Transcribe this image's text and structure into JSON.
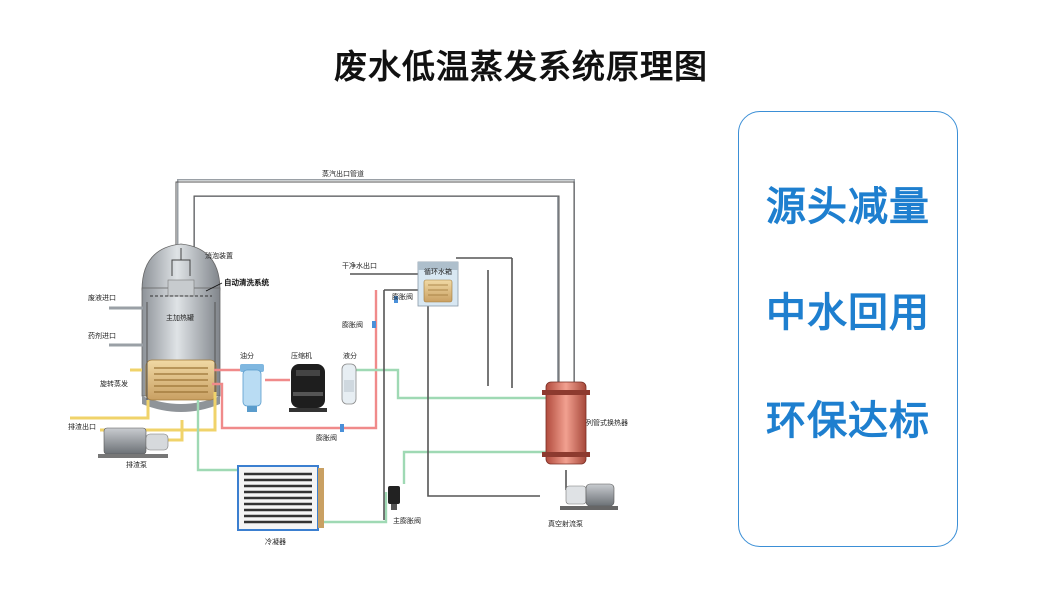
{
  "title": "废水低温蒸发系统原理图",
  "diagram": {
    "labels": {
      "steam_outlet": "蒸汽出口管道",
      "defoam": "消泡装置",
      "auto_clean": "自动清洗系统",
      "wastewater_in": "废液进口",
      "reagent_in": "药剂进口",
      "heating_tank": "主加热罐",
      "spiral": "旋转蒸发",
      "discharge_out": "排渣出口",
      "discharge_pump": "排渣泵",
      "oil_sep": "油分",
      "compressor": "压缩机",
      "liquid_sep": "液分",
      "clean_water_out": "干净水出口",
      "circ_tank": "循环水箱",
      "exp_valve_top": "膨胀阀",
      "exp_valve_left": "膨胀阀",
      "exp_valve_bottom": "膨胀阀",
      "main_exp_valve": "主膨胀阀",
      "condenser": "冷凝器",
      "heat_exchanger": "列管式换热器",
      "vacuum_pump": "真空射流泵"
    }
  },
  "panel": {
    "items": [
      "源头减量",
      "中水回用",
      "环保达标"
    ],
    "accent": "#1e7fcf",
    "border": "#3b8fd6"
  }
}
